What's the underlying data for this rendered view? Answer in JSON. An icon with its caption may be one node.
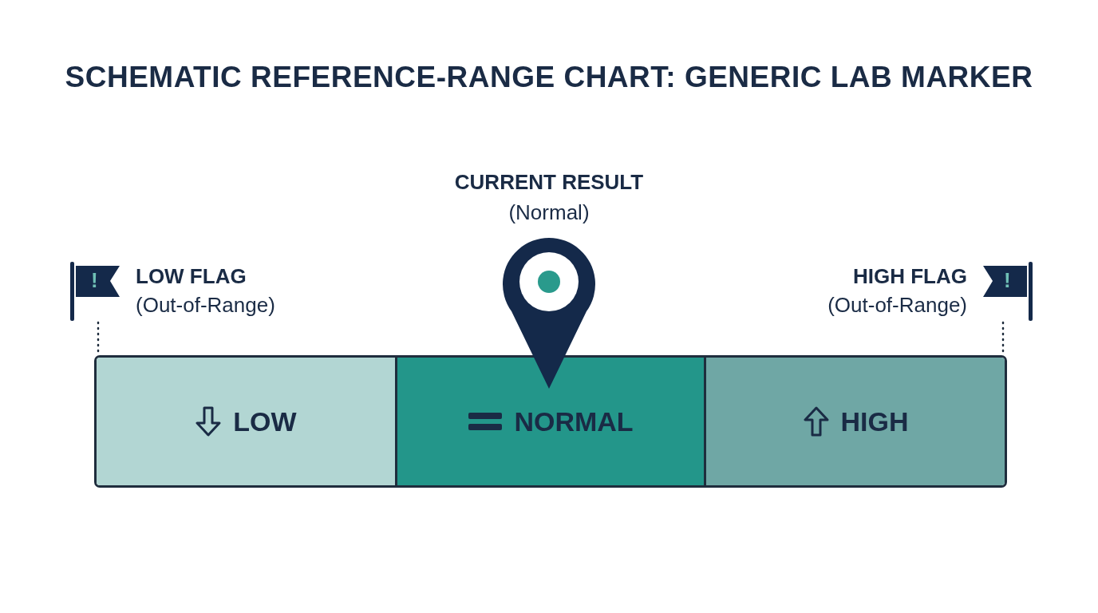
{
  "diagram": {
    "title": "SCHEMATIC REFERENCE-RANGE CHART: GENERIC LAB MARKER",
    "nodes": [
      {
        "text": [
          "!"
        ],
        "beside": [
          "LOW FLAG",
          "(Out-of-Range)"
        ]
      },
      {
        "text": [
          "LOW"
        ]
      },
      {
        "text": [
          "NORMAL"
        ]
      },
      {
        "text": [
          "HIGH"
        ]
      },
      {
        "text": [
          "!"
        ],
        "beside": [
          "HIGH FLAG",
          "(Out-of-Range)"
        ]
      },
      {
        "text": [],
        "shape": "pin",
        "beside": [
          "CURRENT RESULT",
          "(Normal)"
        ]
      }
    ],
    "edges": [
      {
        "from": 0,
        "to": 1,
        "arrow": "none",
        "style": "dashed"
      },
      {
        "from": 4,
        "to": 3,
        "arrow": "none",
        "style": "dashed"
      }
    ]
  }
}
